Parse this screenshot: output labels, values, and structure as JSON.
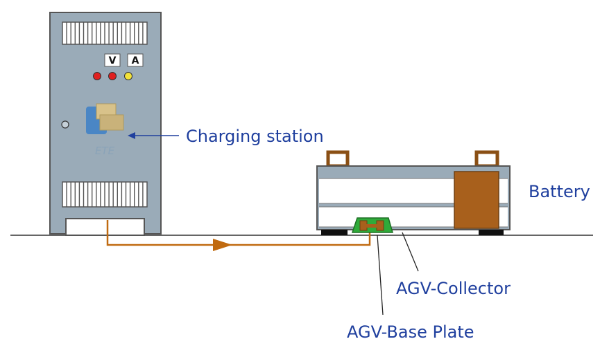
{
  "labels": {
    "charging_station": "Charging station",
    "battery": "Battery",
    "agv_collector": "AGV-Collector",
    "agv_base_plate": "AGV-Base Plate"
  },
  "meters": {
    "volt": "V",
    "amp": "A"
  },
  "logo": {
    "text": "ETE"
  },
  "colors": {
    "cabinet": "#9aabb8",
    "cabinet_stroke": "#555",
    "label_blue": "#1f3f9e",
    "cable_orange": "#c06a10",
    "battery_brown": "#a8601c",
    "base_plate_green": "#2faa3a",
    "red_lamp": "#e02020",
    "yellow_lamp": "#f2e23a"
  }
}
